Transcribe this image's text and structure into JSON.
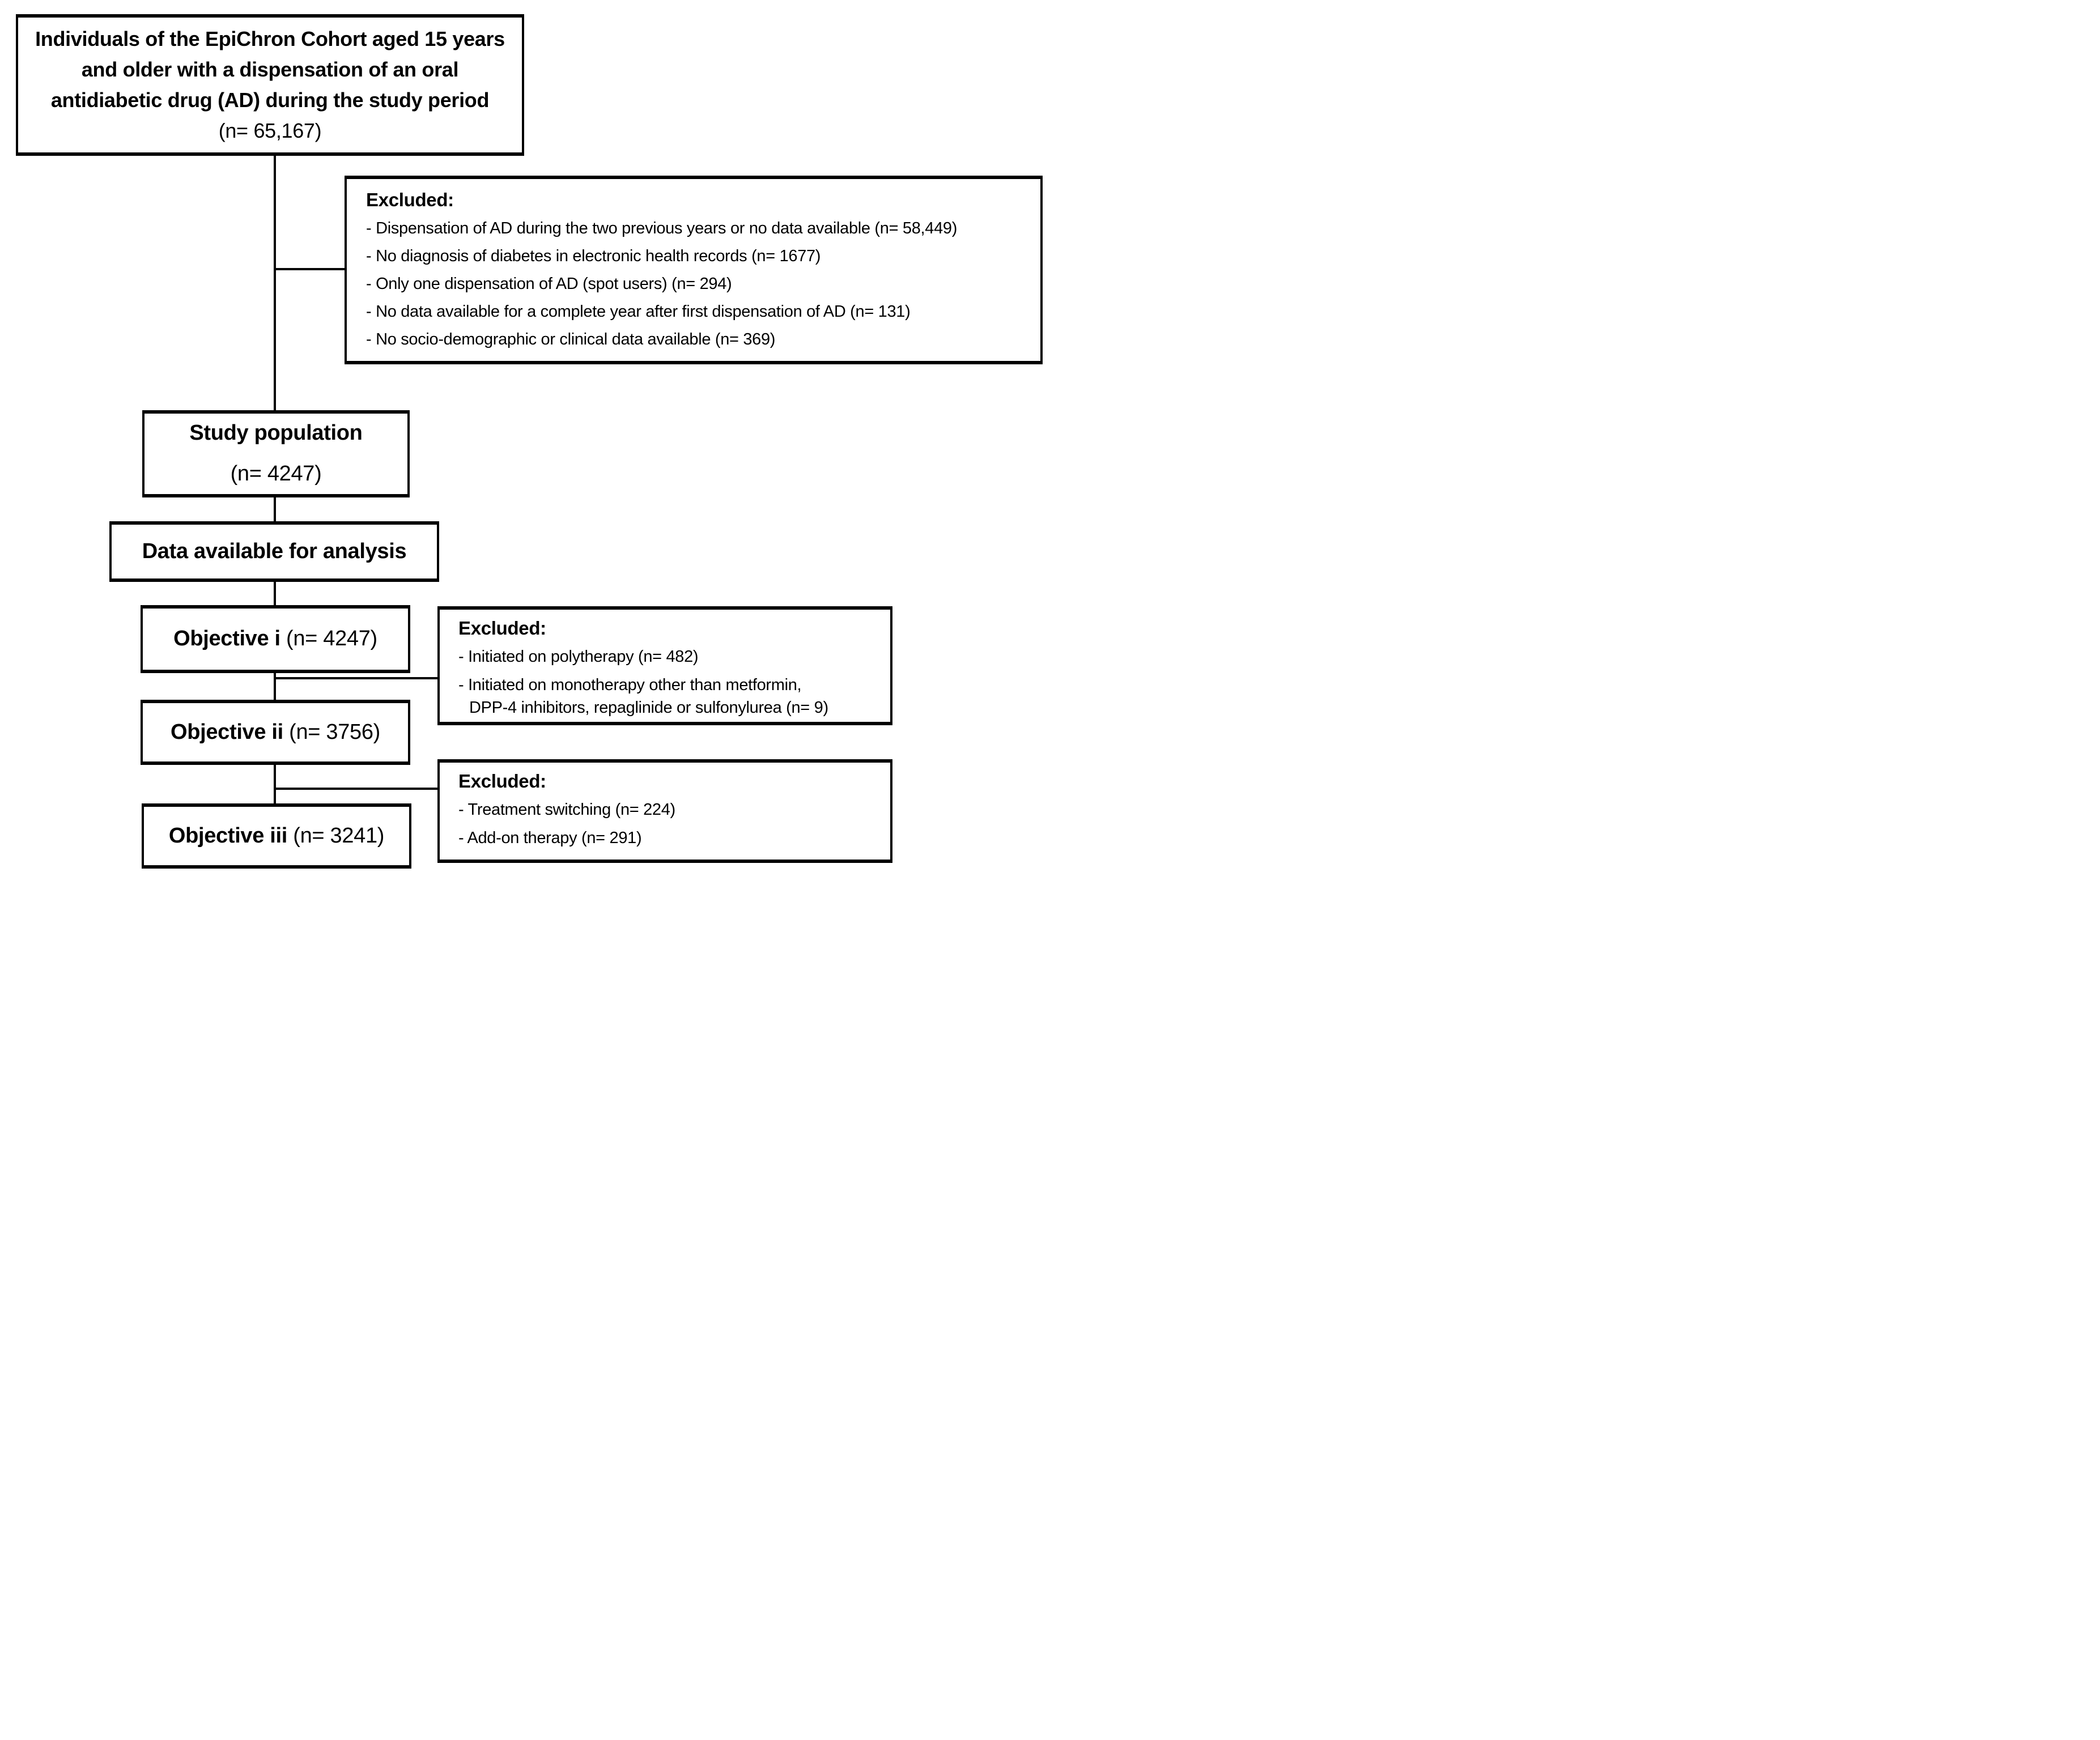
{
  "boxes": {
    "cohort": {
      "text_bold": "Individuals of the EpiChron Cohort aged 15 years and older with a dispensation of an oral antidiabetic drug (AD) during the study period",
      "n": "(n= 65,167)"
    },
    "excluded_initial": {
      "header": "Excluded:",
      "items": [
        "- Dispensation of AD during the two previous years or no data available (n= 58,449)",
        "- No diagnosis of diabetes in electronic health records (n= 1677)",
        "- Only one dispensation of AD (spot users) (n= 294)",
        "- No data available for a complete year after first dispensation of AD (n= 131)",
        "- No socio-demographic or clinical data available (n= 369)"
      ]
    },
    "study_population": {
      "title": "Study population",
      "n": "(n= 4247)"
    },
    "data_available": {
      "title": "Data available for analysis"
    },
    "objective_i": {
      "title": "Objective i",
      "n": "(n= 4247)"
    },
    "excluded_objective_ii": {
      "header": "Excluded:",
      "items": [
        "- Initiated on polytherapy (n= 482)",
        "- Initiated on monotherapy other than metformin,",
        "DPP-4 inhibitors, repaglinide or sulfonylurea (n= 9)"
      ]
    },
    "objective_ii": {
      "title": "Objective ii",
      "n": "(n= 3756)"
    },
    "excluded_objective_iii": {
      "header": "Excluded:",
      "items": [
        "- Treatment switching (n= 224)",
        "- Add-on therapy (n= 291)"
      ]
    },
    "objective_iii": {
      "title": "Objective iii",
      "n": "(n= 3241)"
    }
  },
  "colors": {
    "ink": "#000000",
    "background": "#ffffff"
  }
}
